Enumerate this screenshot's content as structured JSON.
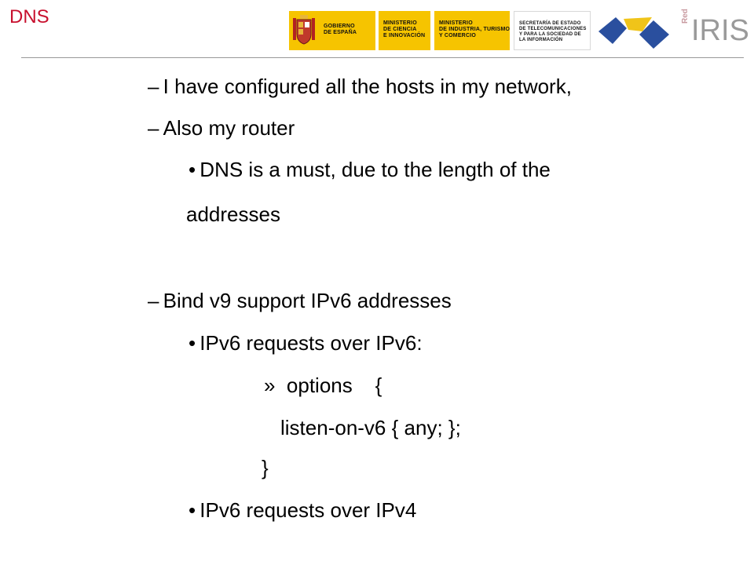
{
  "slide": {
    "title": "DNS",
    "logos": {
      "gobierno": "GOBIERNO\nDE ESPAÑA",
      "ministerio_ciencia": "MINISTERIO\nDE CIENCIA\nE INNOVACIÓN",
      "ministerio_industria": "MINISTERIO\nDE INDUSTRIA, TURISMO\nY COMERCIO",
      "secretaria": "SECRETARÍA DE ESTADO\nDE TELECOMUNICACIONES\nY PARA LA SOCIEDAD DE\nLA INFORMACIÓN",
      "rediris_prefix": "Red",
      "rediris_name": "IRIS"
    },
    "content": {
      "l1": "– I have configured all the hosts in my network,",
      "l2": "– Also my router",
      "l3": "• DNS is a must, due to the length of the",
      "l4": "addresses",
      "l5": "– Bind v9 support IPv6 addresses",
      "l6": "• IPv6 requests over IPv6:",
      "l7": "»  options    {",
      "l8": "listen-on-v6 { any; };",
      "l9": "}",
      "l10": "• IPv6 requests over IPv4"
    },
    "colors": {
      "title": "#c8102e",
      "gov_yellow": "#f6c400",
      "iris_blue": "#2a4f9e",
      "iris_yellow": "#f0c419"
    }
  }
}
